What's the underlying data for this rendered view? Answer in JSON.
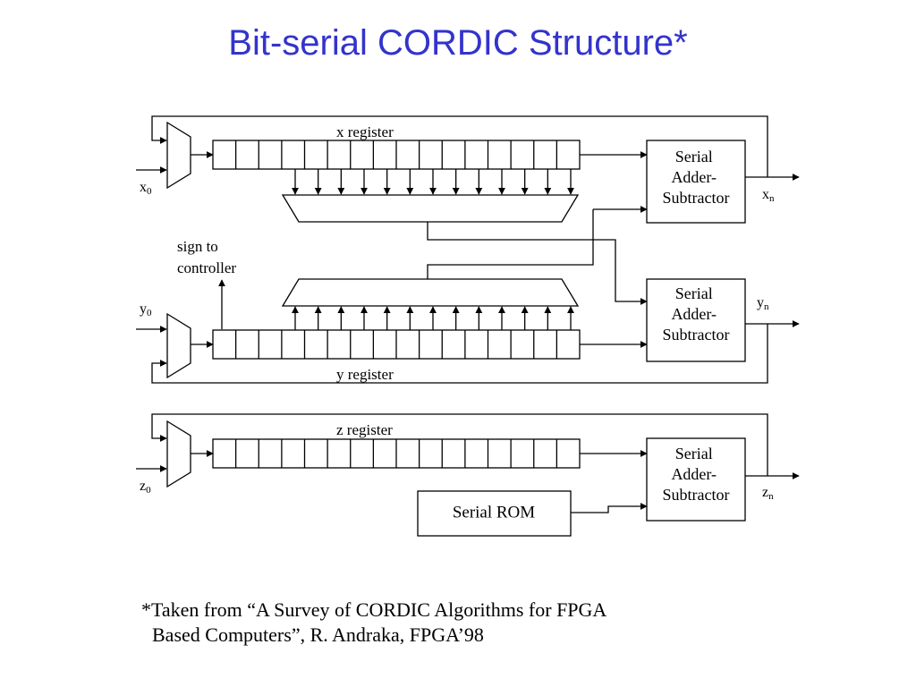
{
  "slide": {
    "title": "Bit-serial CORDIC Structure*",
    "citation_line1": "*Taken from “A Survey of CORDIC Algorithms for FPGA",
    "citation_line2": "Based Computers”, R. Andraka, FPGA’98"
  },
  "diagram": {
    "registers": {
      "x": {
        "label": "x register",
        "cells": 16
      },
      "y": {
        "label": "y register",
        "cells": 16
      },
      "z": {
        "label": "z register",
        "cells": 16
      }
    },
    "adder_label": [
      "Serial",
      "Adder-",
      "Subtractor"
    ],
    "rom_label": "Serial ROM",
    "sign_label": [
      "sign to",
      "controller"
    ],
    "inputs": {
      "x0": "x",
      "y0": "y",
      "z0": "z",
      "sub0": "0"
    },
    "outputs": {
      "xn": "x",
      "yn": "y",
      "zn": "z",
      "subn": "n"
    },
    "shifter_taps": 13
  }
}
